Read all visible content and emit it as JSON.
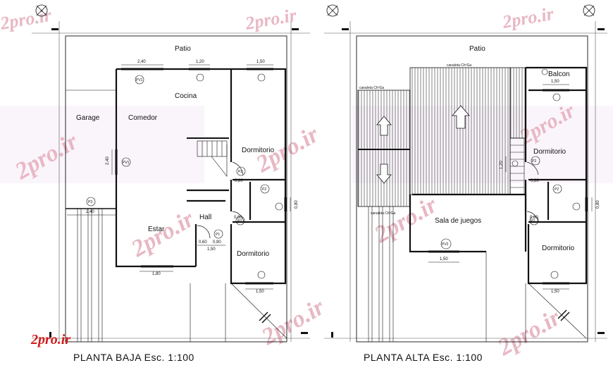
{
  "watermark": "2pro.ir",
  "logo_text": "2pro.ir",
  "colors": {
    "line": "#111111",
    "watermark": "#e8b8c4",
    "logo": "#d11a1a",
    "background": "#ffffff"
  },
  "planta_baja": {
    "title": "PLANTA BAJA  Esc. 1:100",
    "rooms": {
      "patio": "Patio",
      "garage": "Garage",
      "comedor": "Comedor",
      "cocina": "Cocina",
      "dormitorio_top": "Dormitorio",
      "hall": "Hall",
      "estar": "Estar",
      "dormitorio_bottom": "Dormitorio"
    },
    "tags": {
      "pv1_top": "PV1",
      "pv1_left": "PV1",
      "p2_a": "P2",
      "p2_b": "P2",
      "p2_c": "P2",
      "p1": "P1",
      "p3": "P3"
    },
    "dims": {
      "d240_top": "2,40",
      "d120": "1,20",
      "d150_top": "1,50",
      "d240_vert": "2,40",
      "d080_a": "0,80",
      "d080_b": "0,80",
      "d080_vert": "0,80",
      "d060": "0,60",
      "d090": "0,90",
      "d150_hall": "1,50",
      "d240_garage": "2,40",
      "d180": "1,80",
      "d150_bottom": "1,50"
    }
  },
  "planta_alta": {
    "title": "PLANTA ALTA  Esc. 1:100",
    "rooms": {
      "patio": "Patio",
      "balcon": "Balcon",
      "dormitorio_top": "Dormitorio",
      "sala": "Sala de juegos",
      "dormitorio_bottom": "Dormitorio"
    },
    "gutters": {
      "g1": "canaleta ChºGa",
      "g2": "canaleta ChºGa",
      "g3": "canaleta ChºGa"
    },
    "tags": {
      "pv2": "PV2",
      "p2_a": "P2",
      "p2_b": "P2",
      "p2_c": "P2"
    },
    "dims": {
      "d150_balcon": "1,50",
      "d120_vert": "1,20",
      "d080_a": "0,80",
      "d080_b": "0,80",
      "d080_vert": "0,80",
      "d150_sala": "1,50",
      "d150_bottom": "1,50"
    }
  }
}
